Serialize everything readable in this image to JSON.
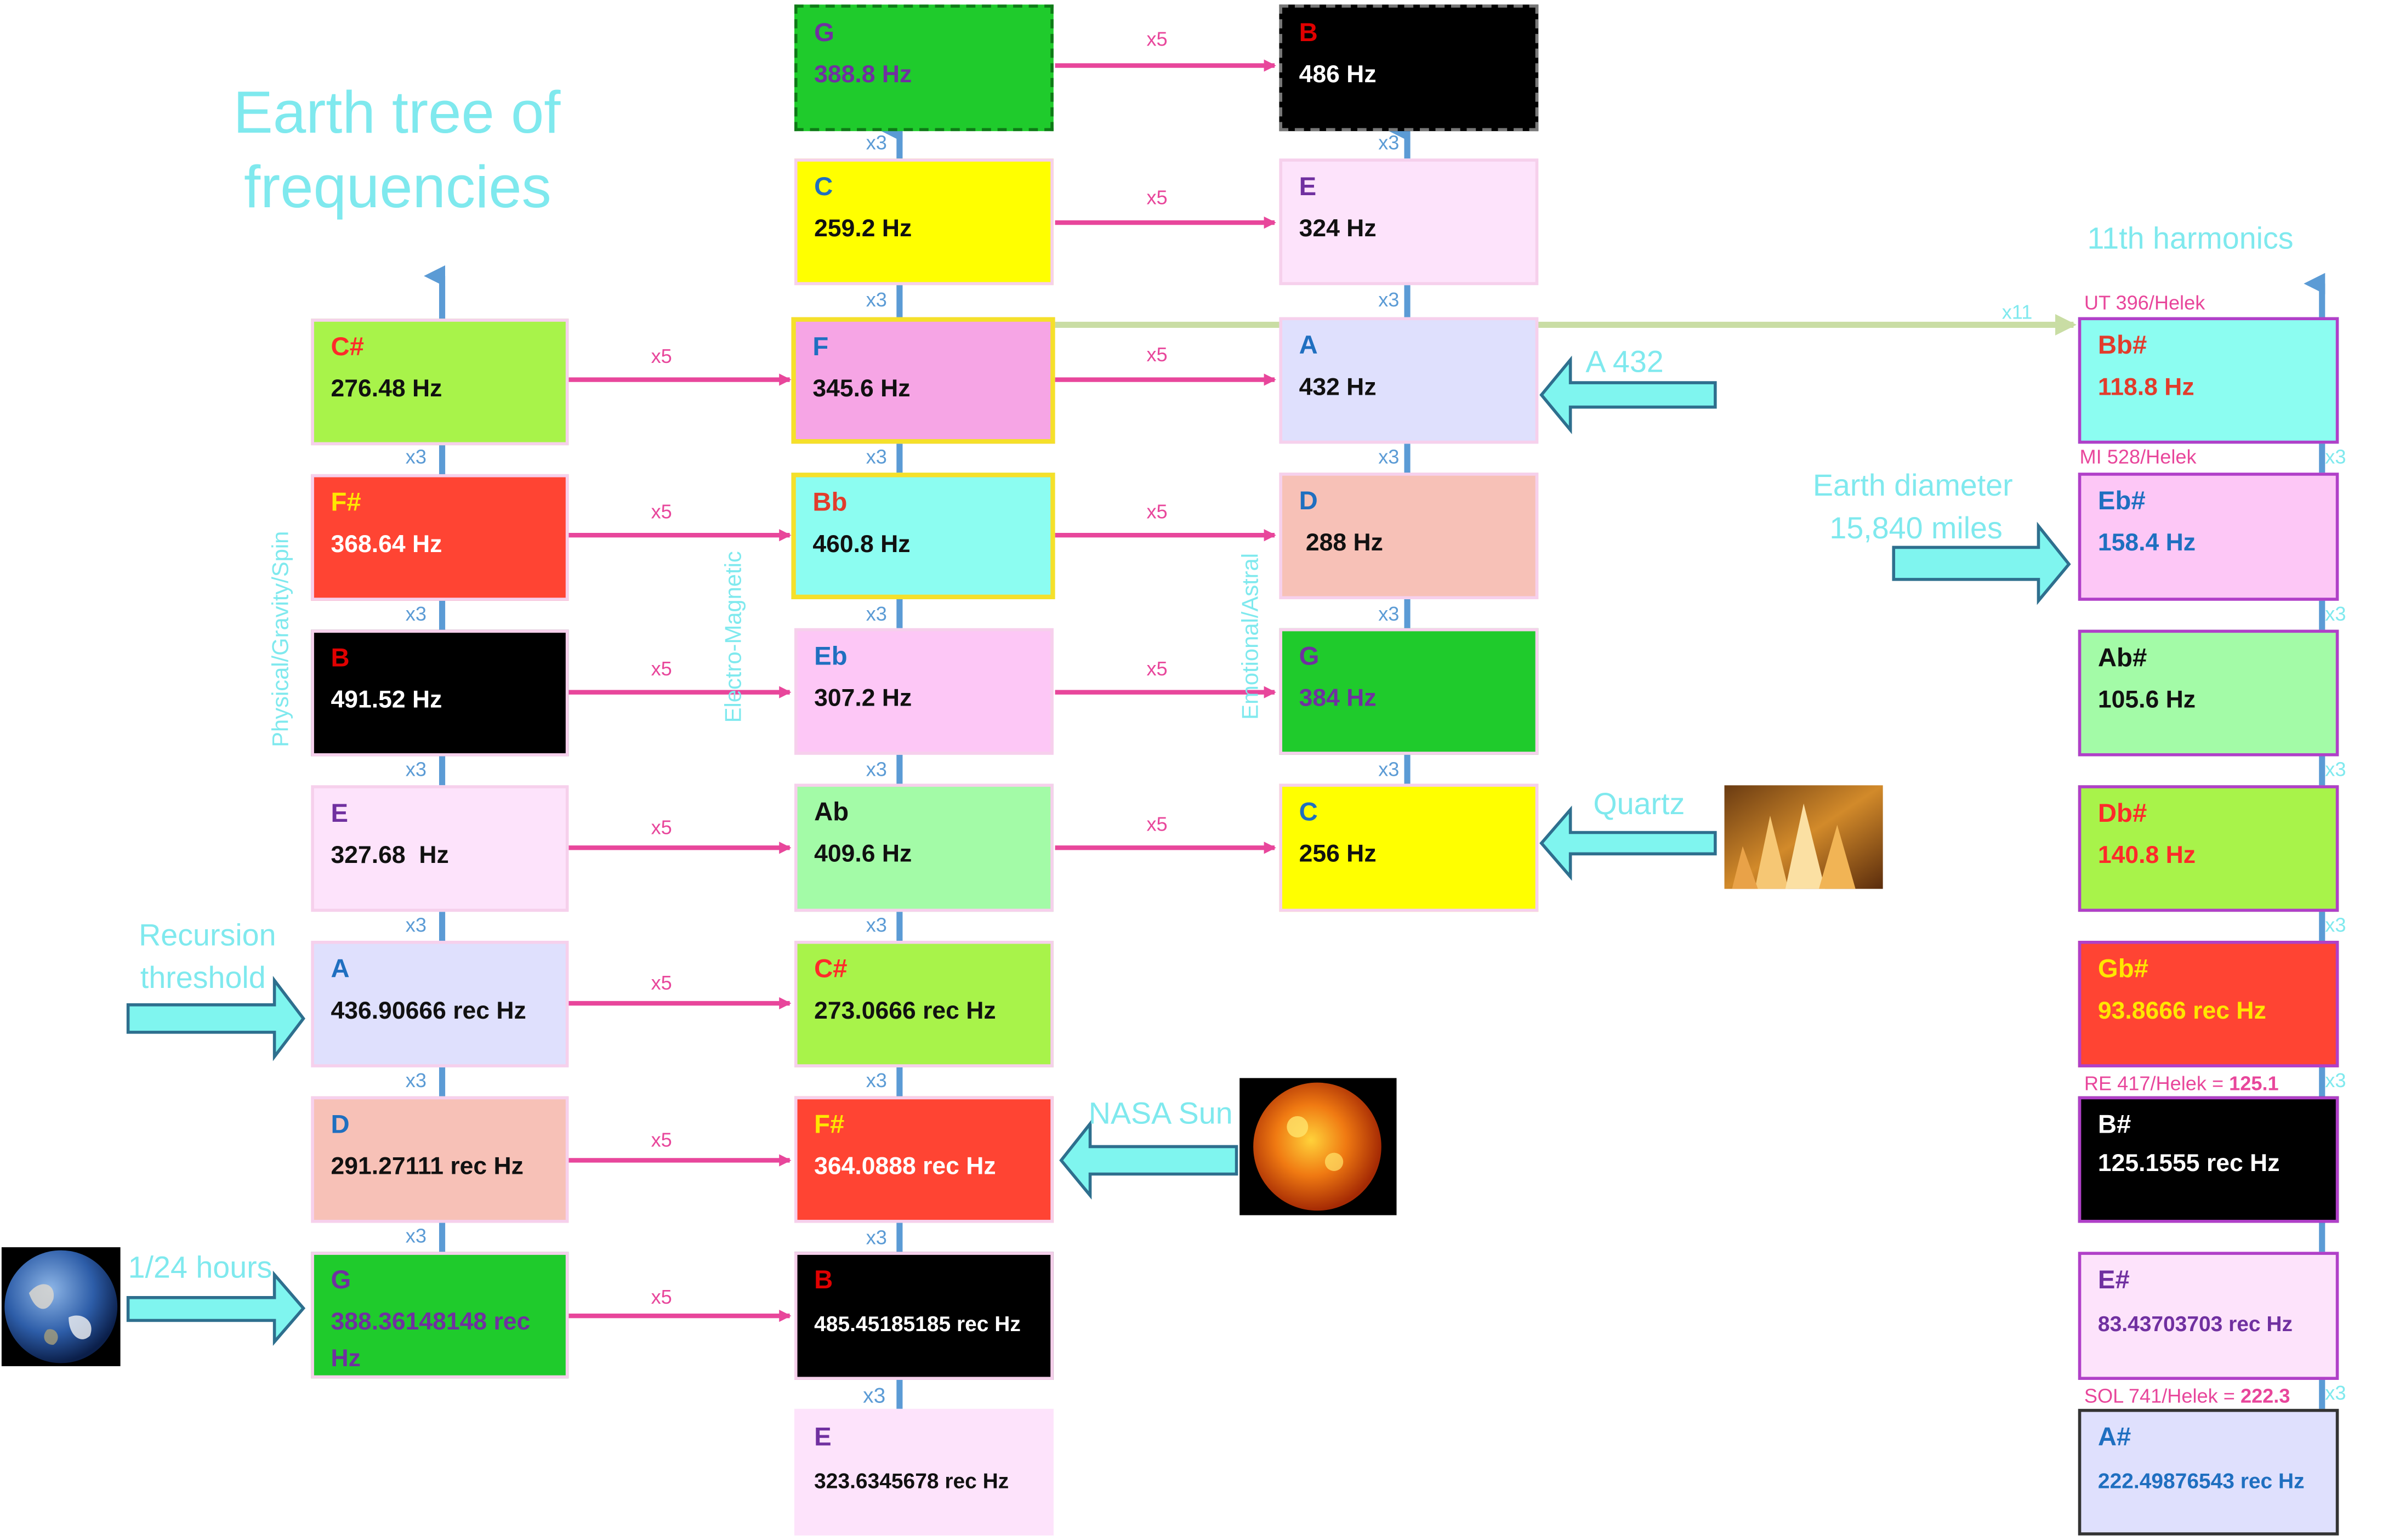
{
  "title": "Earth tree of frequencies",
  "title_lines": [
    "Earth tree of",
    "frequencies"
  ],
  "labels": {
    "harmonics_11th": "11th harmonics",
    "recursion_threshold_1": "Recursion",
    "recursion_threshold_2": "threshold",
    "one_24_hours": "1/24 hours",
    "nasa_sun": "NASA Sun",
    "quartz": "Quartz",
    "a432": "A 432",
    "earth_diameter_1": "Earth diameter",
    "earth_diameter_2": "15,840 miles",
    "axis_physical": "Physical/Gravity/Spin",
    "axis_electro": "Electro-Magnetic",
    "axis_emotional": "Emotional/Astral",
    "ut": "UT 396/Helek",
    "mi": "MI 528/Helek",
    "re": "RE 417/Helek = ",
    "re_value": "125.1",
    "sol": "SOL 741/Helek = ",
    "sol_value": "222.3",
    "x3": "x3",
    "x5": "x5",
    "x11": "x11"
  },
  "colors": {
    "cyan": "#7fe9ee",
    "pink_arrow": "#e8469b",
    "blue_arrow": "#5b9bd5",
    "green_arrow": "#c9dda4",
    "purple_border": "#b040c8"
  },
  "columns": {
    "physical": [
      {
        "note": "C#",
        "freq": "276.48 Hz",
        "bg": "#a8f34a",
        "note_color": "#ff2a2a",
        "freq_color": "#111111"
      },
      {
        "note": "F#",
        "freq": "368.64 Hz",
        "bg": "#ff4433",
        "note_color": "#ffe600",
        "freq_color": "#ffffff"
      },
      {
        "note": "B",
        "freq": "491.52 Hz",
        "bg": "#000000",
        "note_color": "#e00000",
        "freq_color": "#ffffff"
      },
      {
        "note": "E",
        "freq": "327.68  Hz",
        "bg": "#fde3fb",
        "note_color": "#7030a0",
        "freq_color": "#111111"
      },
      {
        "note": "A",
        "freq": "436.90666 rec Hz",
        "bg": "#dfe0fd",
        "note_color": "#1f6fc0",
        "freq_color": "#111111"
      },
      {
        "note": "D",
        "freq": "291.27111 rec Hz",
        "bg": "#f7c1b7",
        "note_color": "#1f6fc0",
        "freq_color": "#111111"
      },
      {
        "note": "G",
        "freq": "388.36148148 rec Hz",
        "bg": "#1fcb2c",
        "note_color": "#7030a0",
        "freq_color": "#7030a0"
      }
    ],
    "electro": [
      {
        "note": "G",
        "freq": "388.8 Hz",
        "bg": "#1fcb2c",
        "note_color": "#7030a0",
        "freq_color": "#7030a0"
      },
      {
        "note": "C",
        "freq": "259.2 Hz",
        "bg": "#ffff00",
        "note_color": "#1f6fc0",
        "freq_color": "#111111"
      },
      {
        "note": "F",
        "freq": "345.6 Hz",
        "bg": "#f6a5e5",
        "note_color": "#1f6fc0",
        "freq_color": "#111111"
      },
      {
        "note": "Bb",
        "freq": "460.8 Hz",
        "bg": "#8cfdf1",
        "note_color": "#e23c2c",
        "freq_color": "#111111"
      },
      {
        "note": "Eb",
        "freq": "307.2 Hz",
        "bg": "#fdc7f6",
        "note_color": "#1f6fc0",
        "freq_color": "#111111"
      },
      {
        "note": "Ab",
        "freq": "409.6 Hz",
        "bg": "#a3fba7",
        "note_color": "#111111",
        "freq_color": "#111111"
      },
      {
        "note": "C#",
        "freq": "273.0666 rec Hz",
        "bg": "#a8f34a",
        "note_color": "#ff2a2a",
        "freq_color": "#111111"
      },
      {
        "note": "F#",
        "freq": "364.0888 rec Hz",
        "bg": "#ff4433",
        "note_color": "#ffe600",
        "freq_color": "#ffffff"
      },
      {
        "note": "B",
        "freq": "485.45185185 rec Hz",
        "bg": "#000000",
        "note_color": "#e00000",
        "freq_color": "#ffffff"
      },
      {
        "note": "E",
        "freq": "323.6345678 rec Hz",
        "bg": "#fde3fb",
        "note_color": "#7030a0",
        "freq_color": "#111111"
      }
    ],
    "emotional": [
      {
        "note": "B",
        "freq": "486 Hz",
        "bg": "#000000",
        "note_color": "#e00000",
        "freq_color": "#ffffff"
      },
      {
        "note": "E",
        "freq": "324 Hz",
        "bg": "#fde3fb",
        "note_color": "#7030a0",
        "freq_color": "#111111"
      },
      {
        "note": "A",
        "freq": "432 Hz",
        "bg": "#dfe0fd",
        "note_color": "#1f6fc0",
        "freq_color": "#111111"
      },
      {
        "note": "D",
        "freq": " 288 Hz",
        "bg": "#f7c1b7",
        "note_color": "#1f6fc0",
        "freq_color": "#111111"
      },
      {
        "note": "G",
        "freq": "384 Hz",
        "bg": "#1fcb2c",
        "note_color": "#7030a0",
        "freq_color": "#7030a0"
      },
      {
        "note": "C",
        "freq": "256 Hz",
        "bg": "#ffff00",
        "note_color": "#1f6fc0",
        "freq_color": "#111111"
      }
    ],
    "harmonics": [
      {
        "note": "Bb#",
        "freq": "118.8 Hz",
        "bg": "#8cfdf1",
        "note_color": "#e23c2c",
        "freq_color": "#e23c2c"
      },
      {
        "note": "Eb#",
        "freq": "158.4 Hz",
        "bg": "#fdc7f6",
        "note_color": "#1f6fc0",
        "freq_color": "#1f6fc0"
      },
      {
        "note": "Ab#",
        "freq": "105.6 Hz",
        "bg": "#a3fba7",
        "note_color": "#111111",
        "freq_color": "#111111"
      },
      {
        "note": "Db#",
        "freq": "140.8 Hz",
        "bg": "#a8f34a",
        "note_color": "#ff2a2a",
        "freq_color": "#ff2a2a"
      },
      {
        "note": "Gb#",
        "freq": "93.8666 rec Hz",
        "bg": "#ff4433",
        "note_color": "#ffe600",
        "freq_color": "#ffe600"
      },
      {
        "note": "B#",
        "freq": "125.1555 rec Hz",
        "bg": "#000000",
        "note_color": "#ffffff",
        "freq_color": "#ffffff"
      },
      {
        "note": "E#",
        "freq": "83.43703703 rec Hz",
        "bg": "#fde3fb",
        "note_color": "#7030a0",
        "freq_color": "#7030a0"
      },
      {
        "note": "A#",
        "freq": "222.49876543 rec Hz",
        "bg": "#dfe0fd",
        "note_color": "#1f6fc0",
        "freq_color": "#1f6fc0"
      }
    ]
  },
  "images": {
    "earth": "earth-photo",
    "sun": "sun-photo",
    "quartz": "quartz-photo"
  }
}
